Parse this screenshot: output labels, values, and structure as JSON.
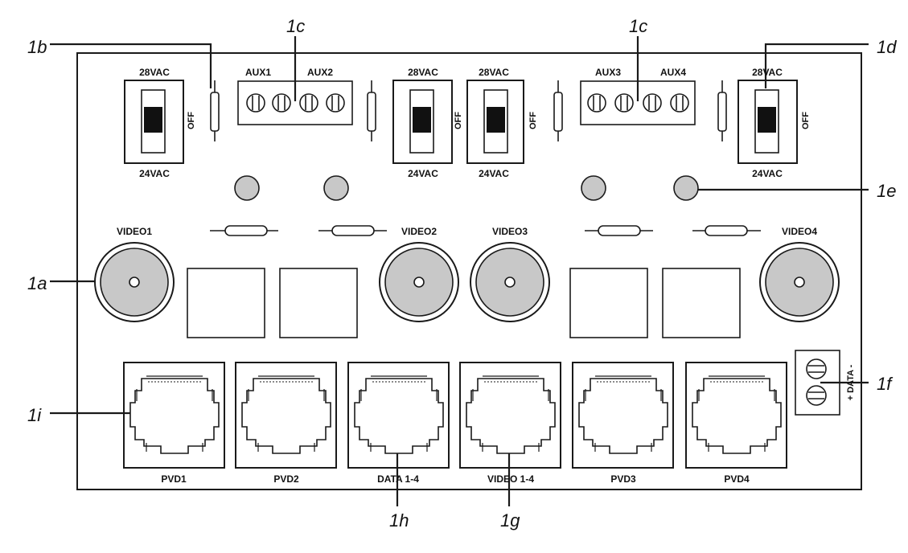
{
  "callouts": {
    "c1a": "1a",
    "c1b": "1b",
    "c1c_left": "1c",
    "c1c_right": "1c",
    "c1d": "1d",
    "c1e": "1e",
    "c1f": "1f",
    "c1g": "1g",
    "c1h": "1h",
    "c1i": "1i"
  },
  "switches": {
    "top_label": "28VAC",
    "bottom_label": "24VAC",
    "off_label": "OFF"
  },
  "aux": {
    "aux1": "AUX1",
    "aux2": "AUX2",
    "aux3": "AUX3",
    "aux4": "AUX4"
  },
  "video": {
    "video1": "VIDEO1",
    "video2": "VIDEO2",
    "video3": "VIDEO3",
    "video4": "VIDEO4"
  },
  "ports": {
    "pvd1": "PVD1",
    "pvd2": "PVD2",
    "data": "DATA 1-4",
    "video": "VIDEO 1-4",
    "pvd3": "PVD3",
    "pvd4": "PVD4"
  },
  "data_terminal": {
    "label": "+ DATA -"
  },
  "colors": {
    "stroke": "#1a1a1a",
    "fill_gray": "#c8c8c8",
    "fill_dark": "#111111"
  }
}
